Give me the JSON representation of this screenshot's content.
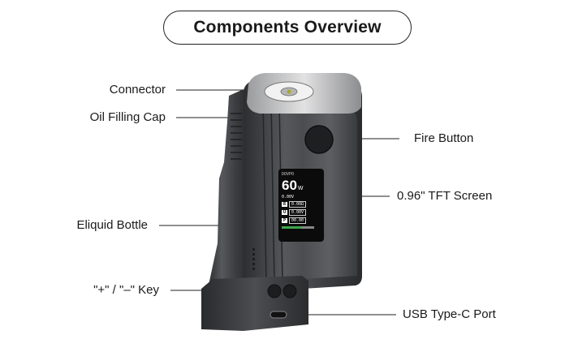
{
  "title": "Components Overview",
  "labels": {
    "connector": "Connector",
    "oil_filling_cap": "Oil Filling Cap",
    "eliquid_bottle": "Eliquid Bottle",
    "plus_minus_key": "\"+\" / \"–\" Key",
    "fire_button": "Fire Button",
    "tft_screen": "0.96\" TFT Screen",
    "usb_port": "USB Type-C Port"
  },
  "screen": {
    "brand": "DOVPO",
    "power": "60",
    "unit": "W",
    "sub": "0.00V",
    "rows": [
      {
        "key": "R",
        "value": "0.00Ω"
      },
      {
        "key": "U",
        "value": "0.00V"
      },
      {
        "key": "P",
        "value": "00.00"
      }
    ]
  },
  "colors": {
    "body_dark": "#3a3b3d",
    "body_mid": "#55575a",
    "screen_bg": "#0b0b0c",
    "accent_green": "#3ba54a"
  }
}
